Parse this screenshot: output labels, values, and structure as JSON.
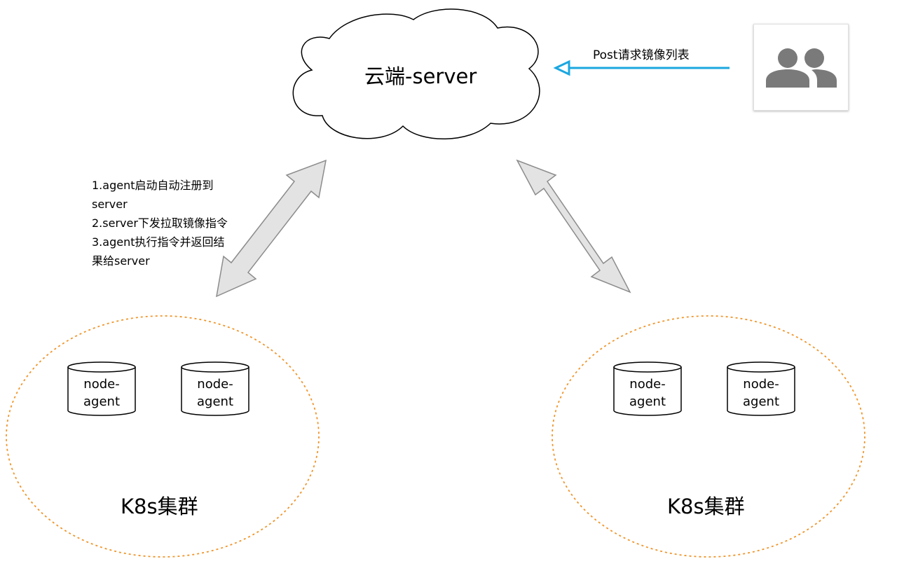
{
  "server": {
    "label": "云端-server"
  },
  "user": {
    "icon": "users-icon",
    "request_label": "Post请求镜像列表",
    "arrow_color": "#1aa7e0"
  },
  "flow_notes": {
    "lines": [
      "1.agent启动自动注册到",
      "server",
      "2.server下发拉取镜像指令",
      "3.agent执行指令并返回结",
      "果给server"
    ]
  },
  "clusters": [
    {
      "label": "K8s集群",
      "nodes": [
        {
          "line1": "node-",
          "line2": "agent"
        },
        {
          "line1": "node-",
          "line2": "agent"
        }
      ]
    },
    {
      "label": "K8s集群",
      "nodes": [
        {
          "line1": "node-",
          "line2": "agent"
        },
        {
          "line1": "node-",
          "line2": "agent"
        }
      ]
    }
  ],
  "colors": {
    "cluster_border": "#f0952a",
    "arrow_fill": "#e3e3e3",
    "arrow_stroke": "#8c8c8c",
    "icon_gray": "#7a7a7a"
  }
}
